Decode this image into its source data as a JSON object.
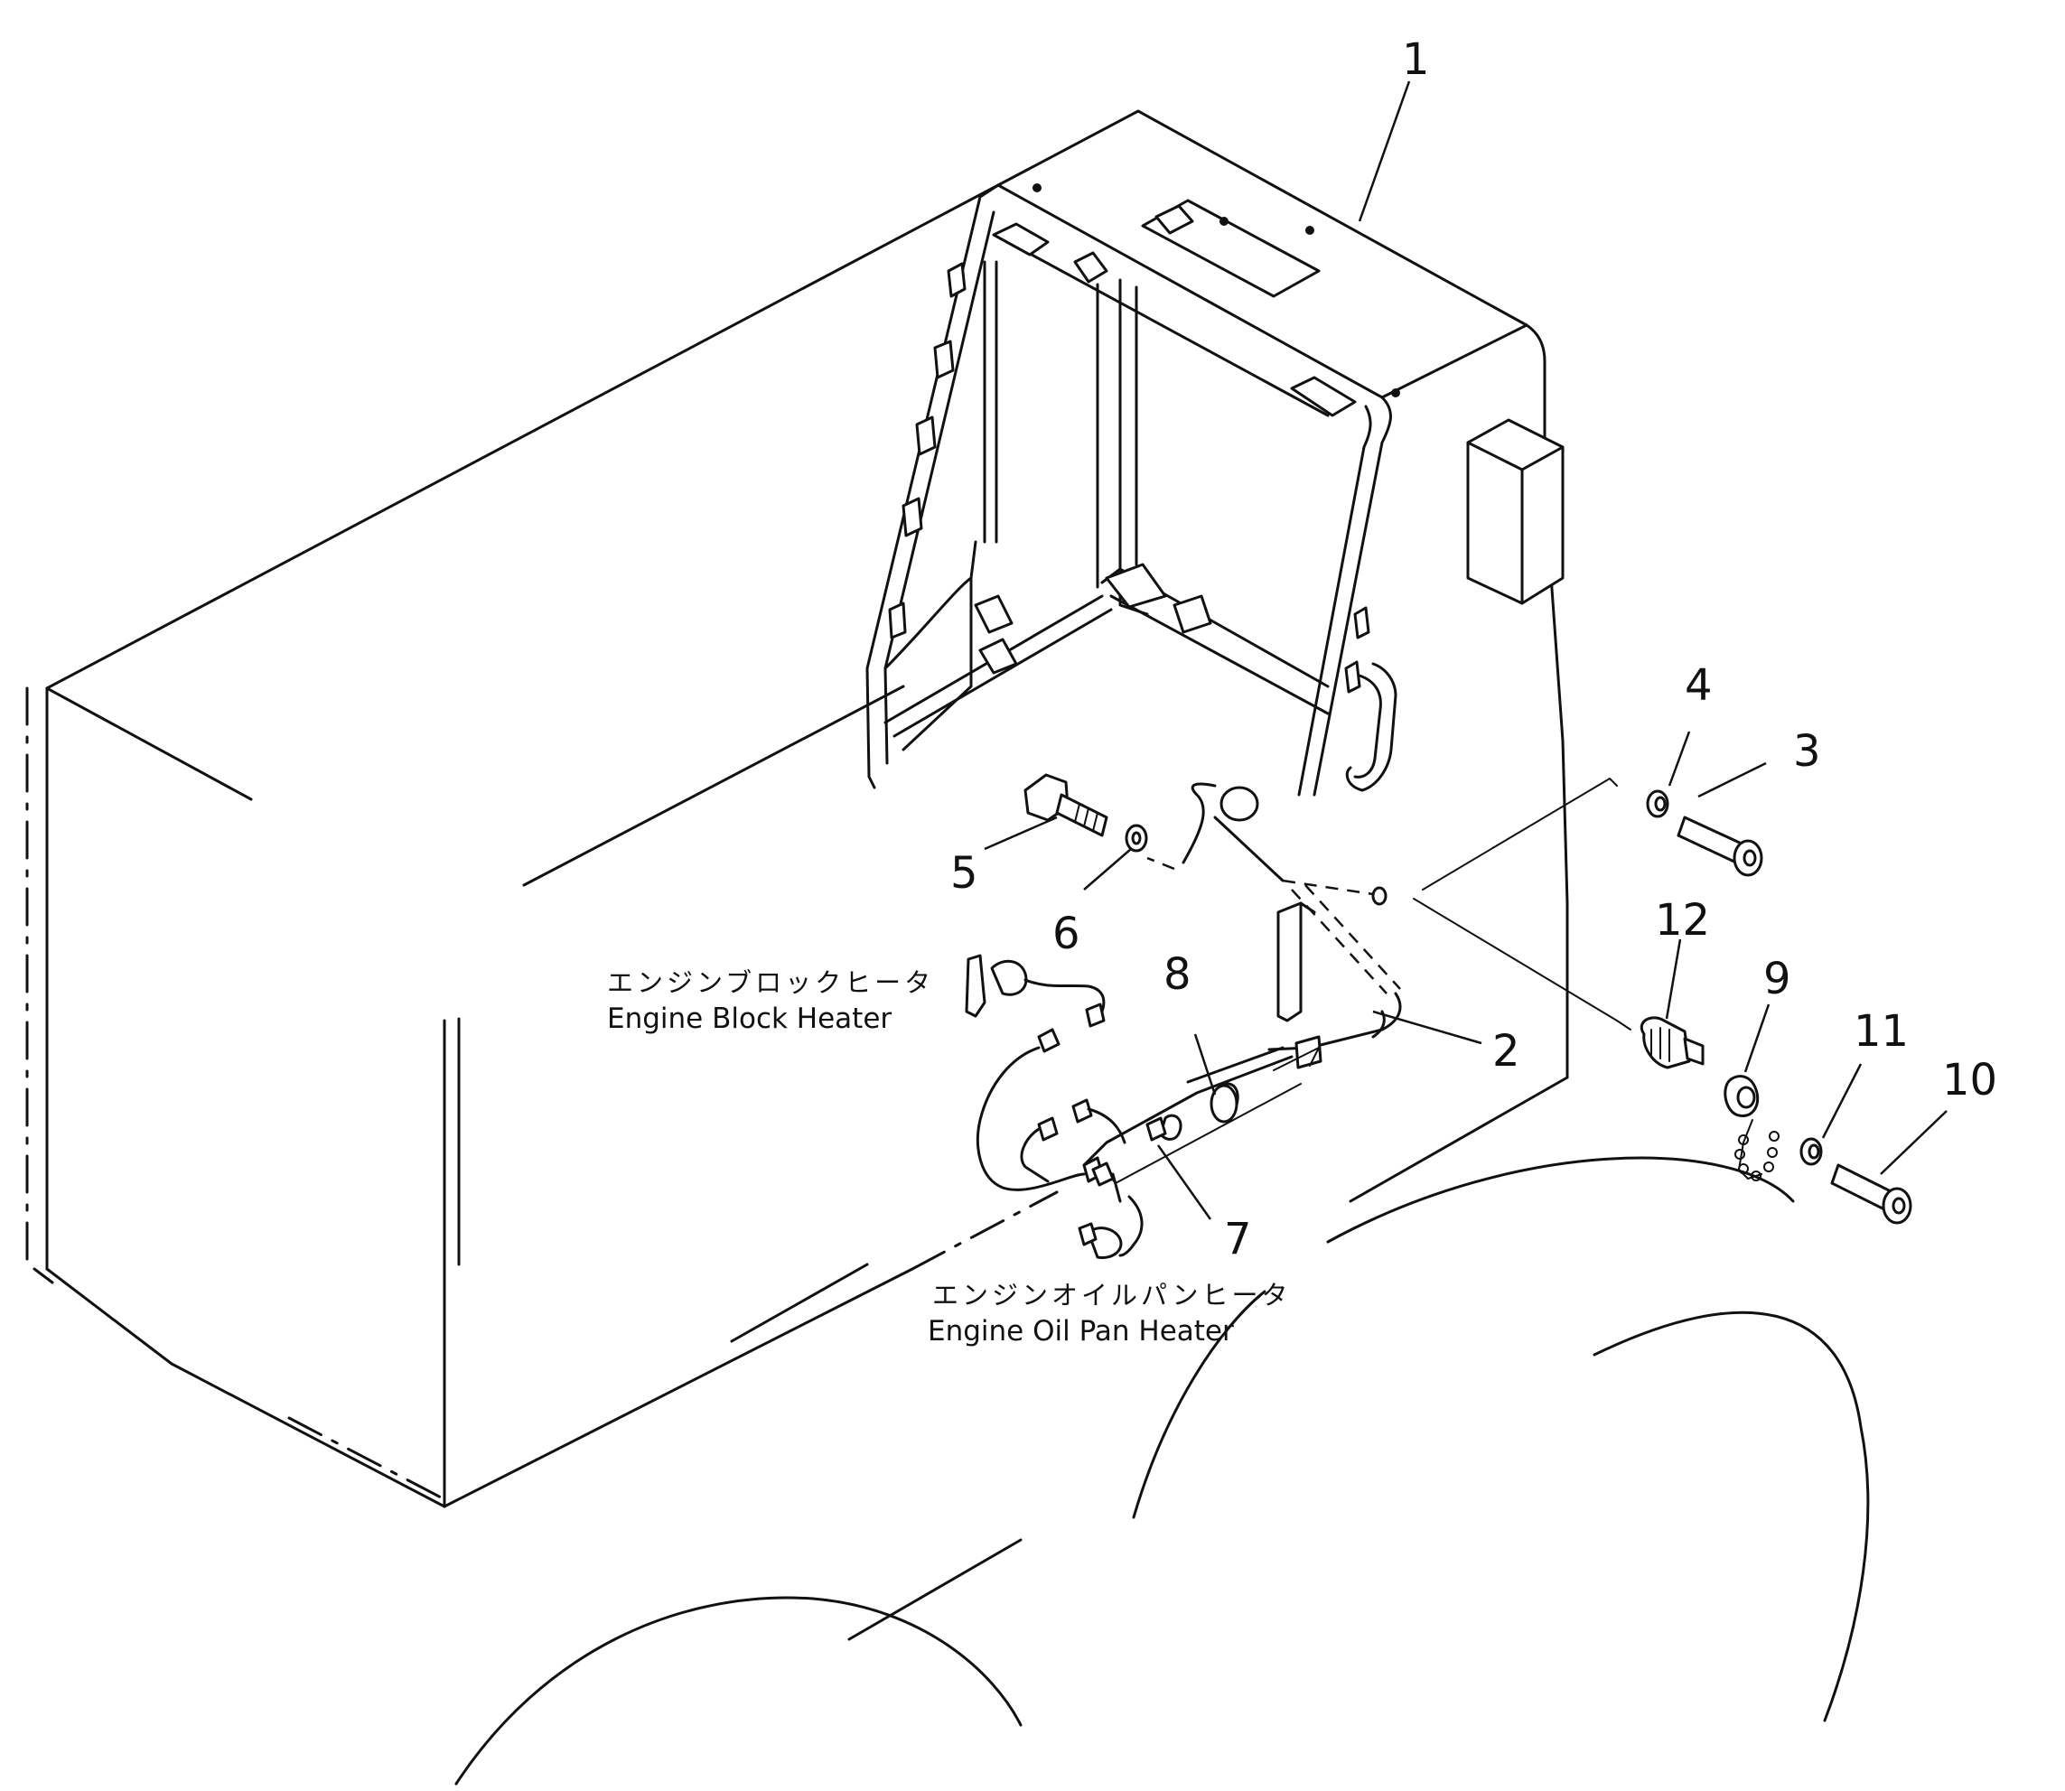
{
  "callouts": [
    {
      "id": "1",
      "label": "1"
    },
    {
      "id": "2",
      "label": "2"
    },
    {
      "id": "3",
      "label": "3"
    },
    {
      "id": "4",
      "label": "4"
    },
    {
      "id": "5",
      "label": "5"
    },
    {
      "id": "6",
      "label": "6"
    },
    {
      "id": "7",
      "label": "7"
    },
    {
      "id": "8",
      "label": "8"
    },
    {
      "id": "9",
      "label": "9"
    },
    {
      "id": "10",
      "label": "10"
    },
    {
      "id": "11",
      "label": "11"
    },
    {
      "id": "12",
      "label": "12"
    }
  ],
  "captions": {
    "block_heater_jp": "エンジンブロックヒータ",
    "block_heater_en": "Engine Block Heater",
    "oil_pan_heater_jp": "エンジンオイルパンヒータ",
    "oil_pan_heater_en": "Engine Oil Pan Heater"
  }
}
